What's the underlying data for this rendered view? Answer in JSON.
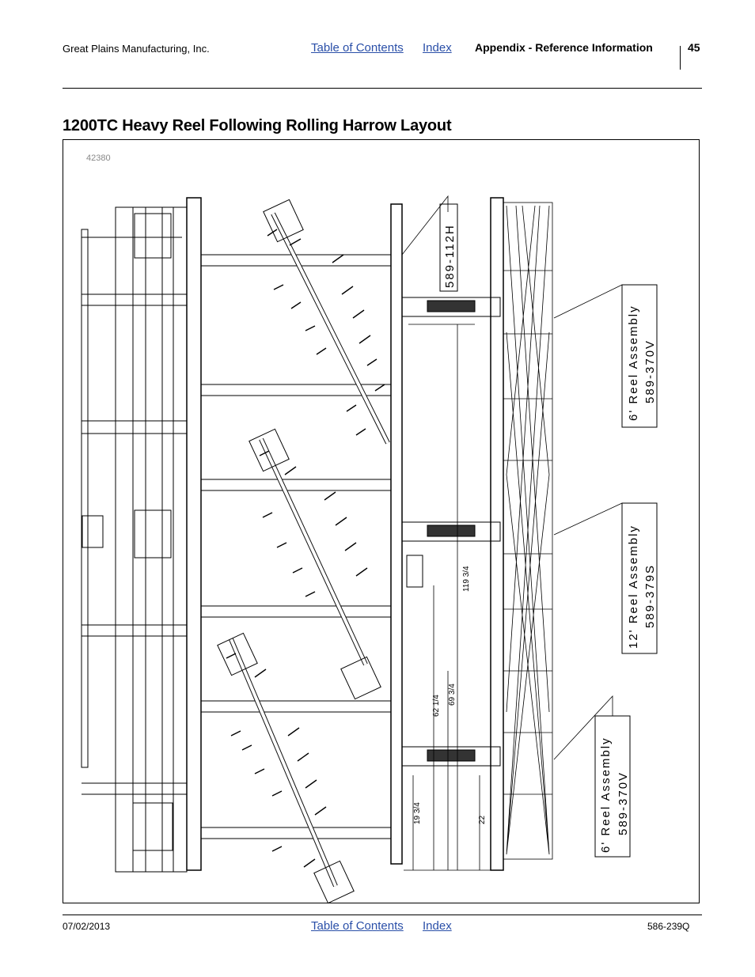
{
  "header": {
    "company": "Great Plains Manufacturing, Inc.",
    "toc_link": "Table of Contents",
    "index_link": "Index",
    "section": "Appendix - Reference Information",
    "page_number": "45"
  },
  "page_title": "1200TC Heavy Reel Following Rolling Harrow Layout",
  "figure": {
    "number": "42380",
    "callouts": {
      "part_112h": "589-112H",
      "reel_top_label": "6' Reel Assembly",
      "reel_top_part": "589-370V",
      "reel_mid_label": "12' Reel Assembly",
      "reel_mid_part": "589-379S",
      "reel_bot_label": "6' Reel Assembly",
      "reel_bot_part": "589-370V"
    },
    "dimensions": {
      "d1": "119 3/4",
      "d2": "62 1/4",
      "d3": "69 3/4",
      "d4": "19 3/4",
      "d5": "22"
    }
  },
  "footer": {
    "date": "07/02/2013",
    "toc_link": "Table of Contents",
    "index_link": "Index",
    "doc_number": "586-239Q"
  }
}
